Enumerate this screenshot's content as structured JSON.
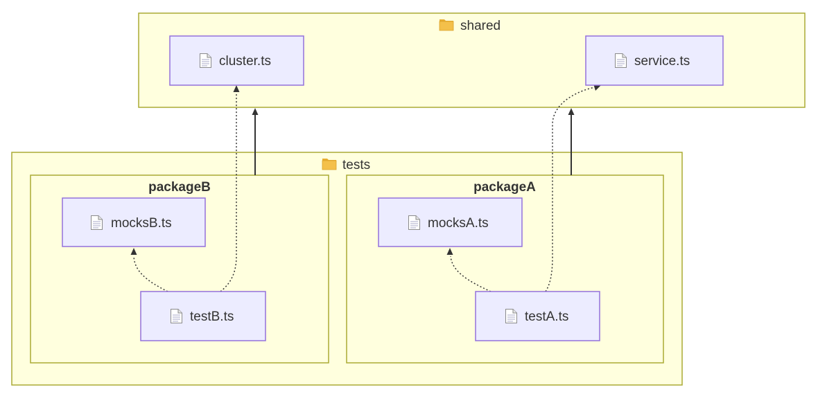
{
  "clusters": {
    "shared": {
      "label": "shared",
      "icon": "folder-icon"
    },
    "tests": {
      "label": "tests",
      "icon": "folder-icon"
    },
    "packageB": {
      "label": "packageB"
    },
    "packageA": {
      "label": "packageA"
    }
  },
  "nodes": {
    "cluster_ts": {
      "label": "cluster.ts",
      "icon": "file-icon"
    },
    "service_ts": {
      "label": "service.ts",
      "icon": "file-icon"
    },
    "mocksB_ts": {
      "label": "mocksB.ts",
      "icon": "file-icon"
    },
    "testB_ts": {
      "label": "testB.ts",
      "icon": "file-icon"
    },
    "mocksA_ts": {
      "label": "mocksA.ts",
      "icon": "file-icon"
    },
    "testA_ts": {
      "label": "testA.ts",
      "icon": "file-icon"
    }
  },
  "edges": [
    {
      "from": "packageB",
      "to": "shared",
      "style": "solid"
    },
    {
      "from": "packageA",
      "to": "shared",
      "style": "solid"
    },
    {
      "from": "testB.ts",
      "to": "mocksB.ts",
      "style": "dotted"
    },
    {
      "from": "testB.ts",
      "to": "cluster.ts",
      "style": "dotted"
    },
    {
      "from": "testA.ts",
      "to": "mocksA.ts",
      "style": "dotted"
    },
    {
      "from": "testA.ts",
      "to": "service.ts",
      "style": "dotted"
    }
  ],
  "colors": {
    "cluster_fill": "#ffffde",
    "cluster_stroke": "#aaaa33",
    "node_fill": "#ececff",
    "node_stroke": "#9370db",
    "edge": "#333333"
  }
}
